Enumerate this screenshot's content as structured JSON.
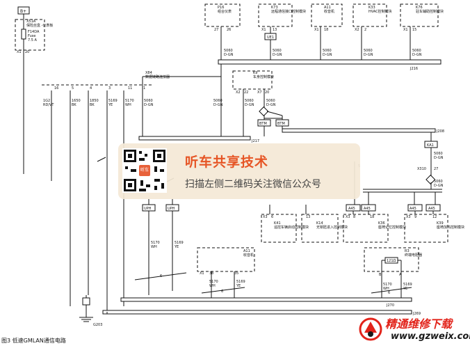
{
  "fuse_block": {
    "source": "B+",
    "ref": "X51A",
    "name": "保险丝盒 -仪表板",
    "fuse_id": "F14DA",
    "fuse_label": "Fuse",
    "fuse_rating": "7.5 A",
    "conn": "X1",
    "pin": "20"
  },
  "top_modules": [
    {
      "ref": "P16",
      "name": "组合仪表",
      "conn": "27",
      "pin": "26",
      "wire": "5060",
      "color": "D-GN"
    },
    {
      "ref": "K73",
      "name": "远程通信接口控制模块",
      "conn": "X1",
      "pin": "13",
      "wire": "5060",
      "color": "D-GN"
    },
    {
      "ref": "A11",
      "name": "收音机",
      "conn": "X1",
      "pin": "18",
      "wire": "5060",
      "color": "D-GN"
    },
    {
      "ref": "K33",
      "name": "HVAC控制模块",
      "conn": "X2",
      "pin": "2",
      "wire": "5060",
      "color": "D-GN"
    },
    {
      "ref": "K76",
      "name": "驻车辅助控制模块",
      "conn": "X1",
      "pin": "15",
      "wire": "5060",
      "color": "D-GN"
    }
  ],
  "splice_top": "J216",
  "splice_mid": "J217",
  "splice_j208": "J208",
  "splice_j270": "J270",
  "splice_j269": "J269",
  "ue1_label": "UE1",
  "dlc": {
    "ref": "X84",
    "name": "数据链路连接器",
    "pins": [
      "16",
      "5",
      "4",
      "3",
      "11",
      "1"
    ],
    "wires": [
      {
        "num": "1G2",
        "color": "RD/VT"
      },
      {
        "num": "1650",
        "color": "BK"
      },
      {
        "num": "1850",
        "color": "BK"
      },
      {
        "num": "5169",
        "color": "YE"
      },
      {
        "num": "5170",
        "color": "WH"
      },
      {
        "num": "5060",
        "color": "D-GN"
      }
    ]
  },
  "k9": {
    "ref": "K9",
    "name": "车身控制模块",
    "pins": [
      {
        "conn": "X2",
        "pin": "22"
      },
      {
        "conn": "X7",
        "pin": "20"
      }
    ],
    "wire": "5060",
    "color": "D-GN"
  },
  "mid_wires": [
    {
      "num": "5060",
      "color": "D-GN"
    },
    {
      "num": "5060",
      "color": "D-GN"
    }
  ],
  "btm_labels": [
    "BTM",
    "BTM"
  ],
  "ka1_label": "KA1",
  "x310": {
    "conn": "X310",
    "pin": "27",
    "wire": "5060",
    "color": "D-GN",
    "wire2": "5060",
    "color2": "D-GN"
  },
  "pin5_label": "5",
  "upper_labels": [
    "UPH",
    "UPH"
  ],
  "lower_wires": [
    {
      "num": "5170",
      "color": "WH"
    },
    {
      "num": "5169",
      "color": "YE"
    }
  ],
  "a45_labels": [
    "A45",
    "A45",
    "A45",
    "A45"
  ],
  "bottom_modules": [
    {
      "ref": "K41",
      "name": "遥控车辆启动控制模块",
      "conn": "X3",
      "pin": "6"
    },
    {
      "ref": "K14",
      "name": "无钥匙进入控制模块",
      "conn": "",
      "pin": "13"
    },
    {
      "ref": "K36",
      "name": "座椅记忆控制模块",
      "conn": "X3",
      "pin": "8",
      "pin2": "18"
    },
    {
      "ref": "K39",
      "name": "座椅加热控制模块",
      "conn": "X3",
      "pin": "9",
      "pin2": "12"
    }
  ],
  "radio2": {
    "ref": "A11",
    "name": "收音机",
    "conn": "X1",
    "pins": [
      "38",
      "35"
    ],
    "wires": [
      {
        "num": "5170",
        "color": "WH"
      },
      {
        "num": "5169",
        "color": "YE"
      }
    ]
  },
  "termination": {
    "ref": "R3",
    "name": "终端电阻器",
    "value": "121Ω",
    "pins": [
      "B",
      "A"
    ],
    "wires": [
      {
        "num": "5170",
        "color": "WH"
      },
      {
        "num": "5169",
        "color": "YE"
      }
    ]
  },
  "twist_labels": [
    "6",
    "6",
    "6"
  ],
  "ground": "G203",
  "caption": "图3  低速GMLAN通信电路",
  "watermark": {
    "title": "听车共享技术",
    "subtitle": "扫描左侧二维码关注微信公众号",
    "badge": "听车"
  },
  "logo": {
    "cn": "精通维修下载",
    "url": "www.gzweix.com"
  }
}
